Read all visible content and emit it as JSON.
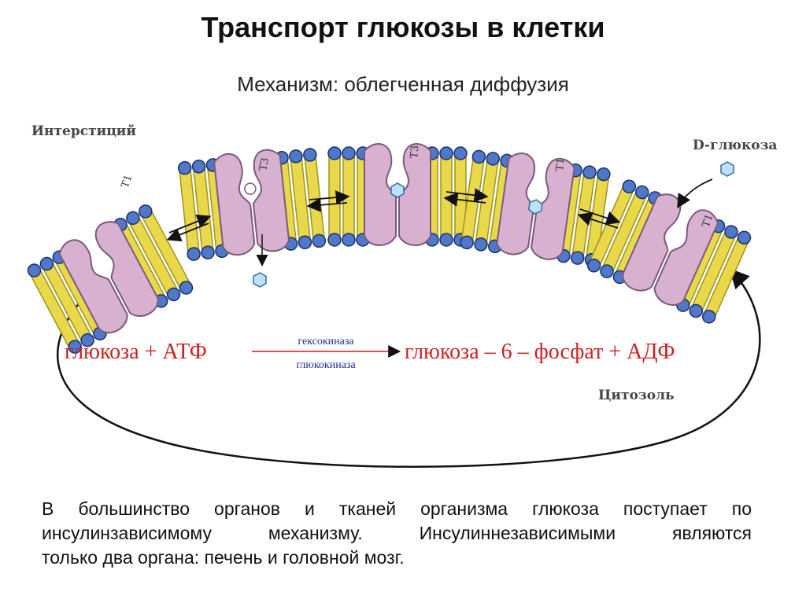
{
  "slide": {
    "title": "Транспорт глюкозы в клетки",
    "subtitle": "Механизм: облегченная диффузия"
  },
  "diagram": {
    "label_interstitium": "Интерстиций",
    "label_d_glucose": "D-глюкоза",
    "label_cytosol": "Цитозоль",
    "transporter_labels": [
      "T1",
      "T3",
      "T3",
      "T1",
      "T1"
    ],
    "reaction": {
      "left": "глюкоза + АТФ",
      "enzyme_top": "гексокиназа",
      "enzyme_bottom": "глюкокиназа",
      "right": "глюкоза – 6 – фосфат + АДФ"
    },
    "colors": {
      "membrane": "#e8d84a",
      "protein": "#d7b1cf",
      "lipid_head": "#4f78c9",
      "reaction_text": "#cc1f1f",
      "enzyme_text": "#1f2f8f"
    }
  },
  "body": {
    "line1": "В большинство органов и тканей организма глюкоза поступает по",
    "line2": "инсулинзависимому механизму. Инсулиннезависимыми являются",
    "line3": "только два органа: печень и головной мозг."
  }
}
